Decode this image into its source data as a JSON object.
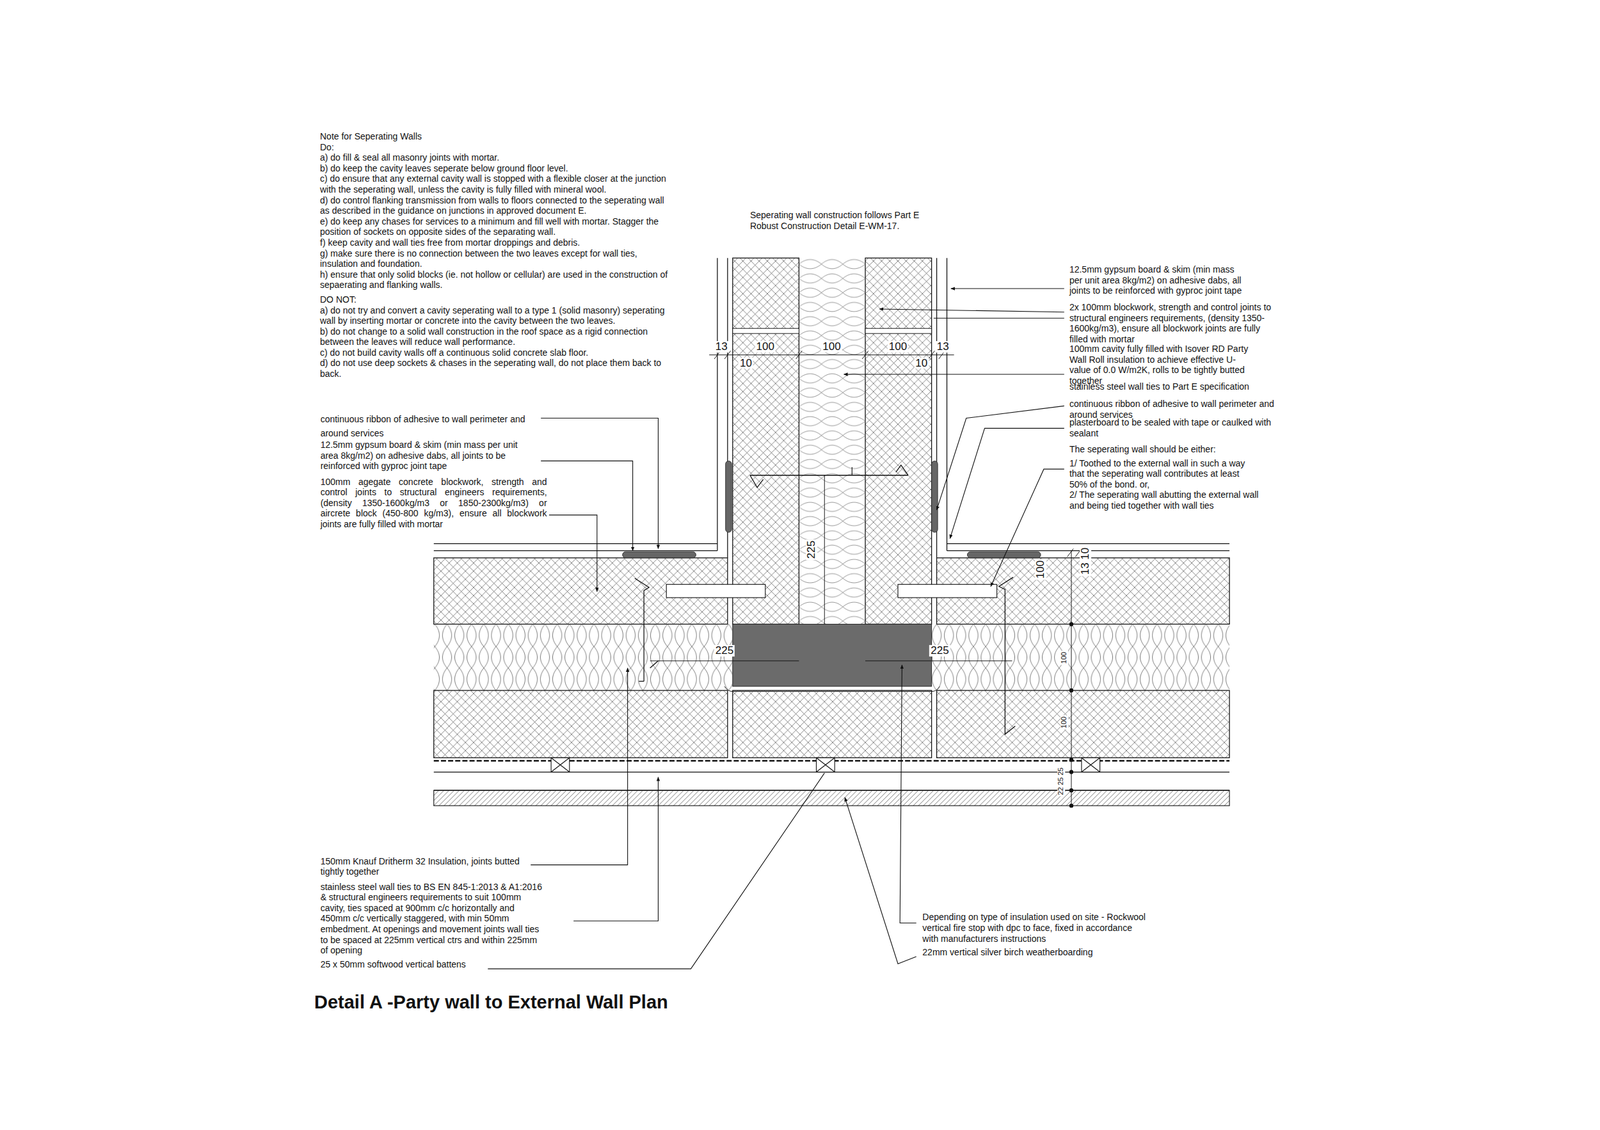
{
  "diagram": {
    "title": "Detail A -Party wall to External Wall Plan",
    "labels": [
      "Note for Seperating Walls",
      "Do:",
      "a) do fill & seal all masonry joints with mortar.",
      "b) do keep the cavity leaves seperate below ground floor level.",
      "c) do ensure that any external cavity wall is stopped with a flexible closer at the junction with the seperating wall, unless the cavity is fully filled with mineral wool.",
      "d) do control flanking transmission from walls to floors connected to the seperating wall as described in the guidance on junctions in approved document E.",
      "e) do keep any chases for services to a minimum and fill well with mortar. Stagger the position of sockets on opposite sides of the separating wall.",
      "f) keep cavity and wall ties free from mortar droppings and debris.",
      "g) make sure there is no connection between the two leaves except for wall ties, insulation and foundation.",
      "h) ensure that only solid blocks (ie. not hollow or cellular) are used in the construction of sepaerating and flanking walls.",
      "DO NOT:",
      "a) do not try and convert a cavity seperating wall to a type 1 (solid masonry) seperating wall by inserting mortar or concrete into the cavity between the two leaves.",
      "b) do not change to a solid wall construction in the roof space as a rigid connection between the leaves will reduce wall performance.",
      "c) do not build cavity walls off a continuous solid concrete slab floor.",
      "d) do not use deep sockets & chases in the seperating wall, do not place them back to back.",
      "Seperating wall construction follows Part E Robust Construction Detail E-WM-17.",
      "12.5mm gypsum board & skim (min mass per unit area 8kg/m2) on adhesive dabs, all joints to be reinforced with gyproc joint tape",
      "2x 100mm blockwork, strength and control joints to structural engineers requirements, (density 1350-1600kg/m3), ensure all blockwork joints are fully filled with mortar",
      "100mm cavity fully filled with Isover RD Party Wall Roll insulation to achieve effective U-value of 0.0 W/m2K, rolls to be tightly butted together",
      "stainless steel wall ties to Part E specification",
      "continuous ribbon of adhesive to wall perimeter and around services",
      "plasterboard to be sealed with tape or caulked with sealant",
      "The seperating wall should be either:",
      "1/ Toothed to the external wall in such a way that the seperating wall contributes at least 50% of the bond. or,",
      "2/ The seperating wall abutting the external wall and being tied together with wall ties",
      "continuous ribbon of adhesive to wall perimeter and around services",
      "12.5mm gypsum board & skim (min mass per unit area 8kg/m2) on adhesive dabs, all joints to be reinforced with gyproc joint tape",
      "100mm agegate concrete blockwork, strength and control joints to structural engineers requirements, (density 1350-1600kg/m3 or 1850-2300kg/m3) or aircrete block (450-800 kg/m3), ensure all blockwork joints are fully filled with mortar",
      "150mm Knauf Dritherm 32 Insulation, joints butted tightly together",
      "stainless steel wall ties to BS EN 845-1:2013 & A1:2016 & structural engineers requirements to suit 100mm cavity, ties spaced at 900mm c/c horizontally and 450mm c/c vertically staggered, with min 50mm embedment. At openings and movement joints wall ties to be spaced at 225mm vertical ctrs and within 225mm of opening",
      "25 x 50mm softwood vertical battens",
      "Depending on type of insulation used on site - Rockwool vertical fire stop with dpc to face, fixed in accordance with manufacturers instructions",
      "22mm vertical silver birch weatherboarding",
      "13",
      "100",
      "100",
      "100",
      "13",
      "10",
      "10",
      "225",
      "225",
      "225",
      "100",
      "13 10",
      "100",
      "100",
      "22 25 25"
    ]
  }
}
